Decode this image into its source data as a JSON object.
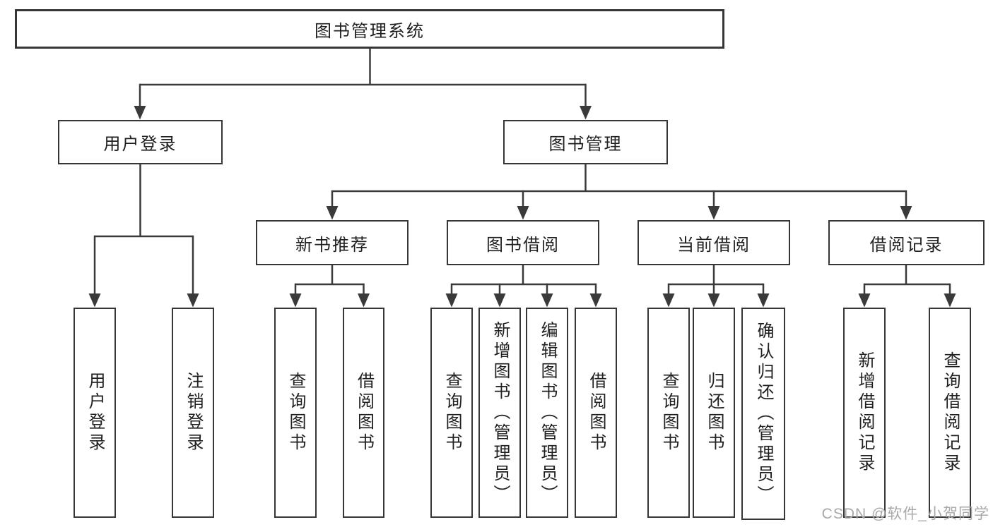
{
  "root": {
    "label": "图书管理系统"
  },
  "level2": {
    "user_login": "用户登录",
    "book_mgmt": "图书管理"
  },
  "level3": {
    "new_book": "新书推荐",
    "book_borrow": "图书借阅",
    "current_borrow": "当前借阅",
    "borrow_record": "借阅记录"
  },
  "leaves": {
    "user_login": [
      "用户登录",
      "注销登录"
    ],
    "new_book": [
      "查询图书",
      "借阅图书"
    ],
    "book_borrow": [
      "查询图书",
      "新增图书（管理员）",
      "编辑图书（管理员）",
      "借阅图书"
    ],
    "current_borrow": [
      "查询图书",
      "归还图书",
      "确认归还（管理员）"
    ],
    "borrow_record": [
      "新增借阅记录",
      "查询借阅记录"
    ]
  },
  "watermark": "CSDN @软件_小贺同学",
  "colors": {
    "line": "#3a3a3a",
    "border": "#363636",
    "text": "#1f1f1f",
    "watermark": "#a8a8a8",
    "background": "#ffffff"
  }
}
